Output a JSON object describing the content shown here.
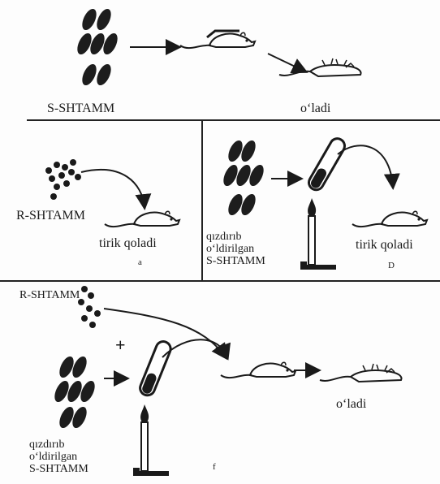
{
  "panel_a": {
    "strain_label": "S-SHTAMM",
    "result_label": "o‘ladi"
  },
  "panel_b": {
    "strain_label": "R-SHTAMM",
    "result_label": "tirik qoladi",
    "panel_letter": "a"
  },
  "panel_c": {
    "heated_line1": "qızdırıb",
    "heated_line2": "o‘ldirilgan",
    "heated_line3": "S-SHTAMM",
    "result_label": "tirik qoladi",
    "panel_letter": "D"
  },
  "panel_d": {
    "strain_r_label": "R-SHTAMM",
    "plus_sign": "+",
    "heated_line1": "qızdırıb",
    "heated_line2": "o‘ldirilgan",
    "heated_line3": "S-SHTAMM",
    "result_label": "o‘ladi",
    "panel_letter": "f"
  },
  "colors": {
    "ink": "#1a1a1a",
    "background": "#fdfdfd"
  }
}
